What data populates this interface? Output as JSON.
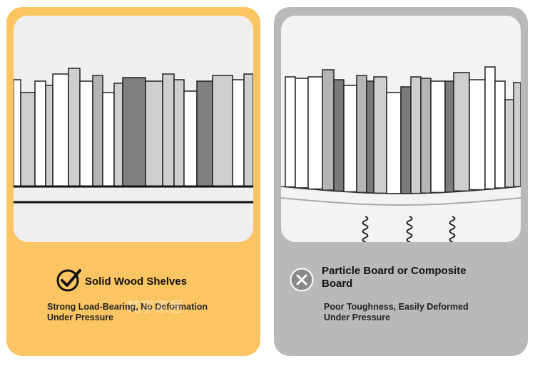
{
  "left_card": {
    "title": "Solid Wood Shelves",
    "description": "Strong Load-Bearing, No Deformation Under Pressure",
    "icon": "check-circle-icon",
    "background_color": "#fcc563"
  },
  "right_card": {
    "title": "Particle Board or Composite Board",
    "description": "Poor Toughness, Easily Deformed Under Pressure",
    "icon": "x-circle-icon",
    "background_color": "#b9b9b9"
  },
  "watermark": {
    "text": "梵享家居"
  }
}
